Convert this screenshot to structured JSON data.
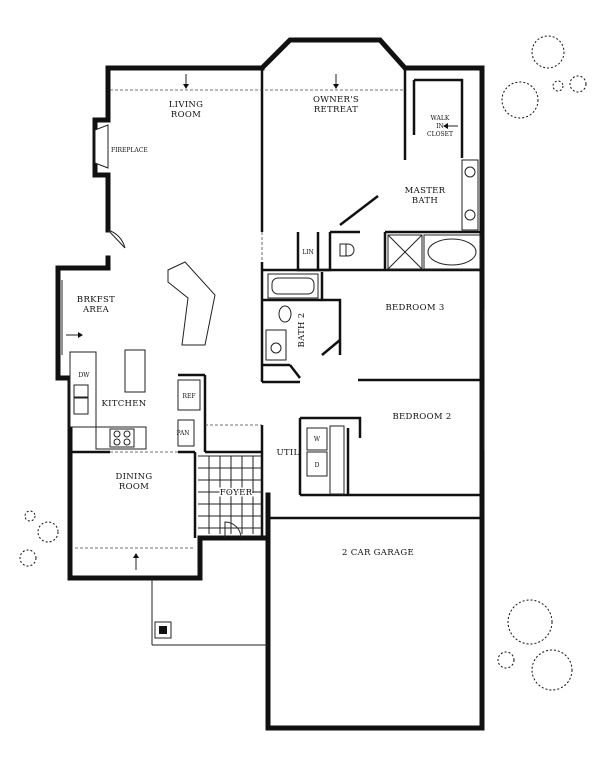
{
  "rooms": {
    "living": [
      "LIVING",
      "ROOM"
    ],
    "owners": [
      "OWNER'S",
      "RETREAT"
    ],
    "walk_in": [
      "WALK",
      "IN",
      "CLOSET"
    ],
    "master_bath": [
      "MASTER",
      "BATH"
    ],
    "fireplace": "FIREPLACE",
    "lin": "LIN",
    "brkfst": [
      "BRKFST",
      "AREA"
    ],
    "bedroom3": "BEDROOM 3",
    "bath2": "BATH 2",
    "dw": "DW",
    "kitchen": "KITCHEN",
    "ref": "REF",
    "pan": "PAN",
    "bedroom2": "BEDROOM 2",
    "util": "UTIL",
    "washer": "W",
    "dryer": "D",
    "dining": [
      "DINING",
      "ROOM"
    ],
    "foyer": "FOYER",
    "garage": "2 CAR GARAGE"
  }
}
